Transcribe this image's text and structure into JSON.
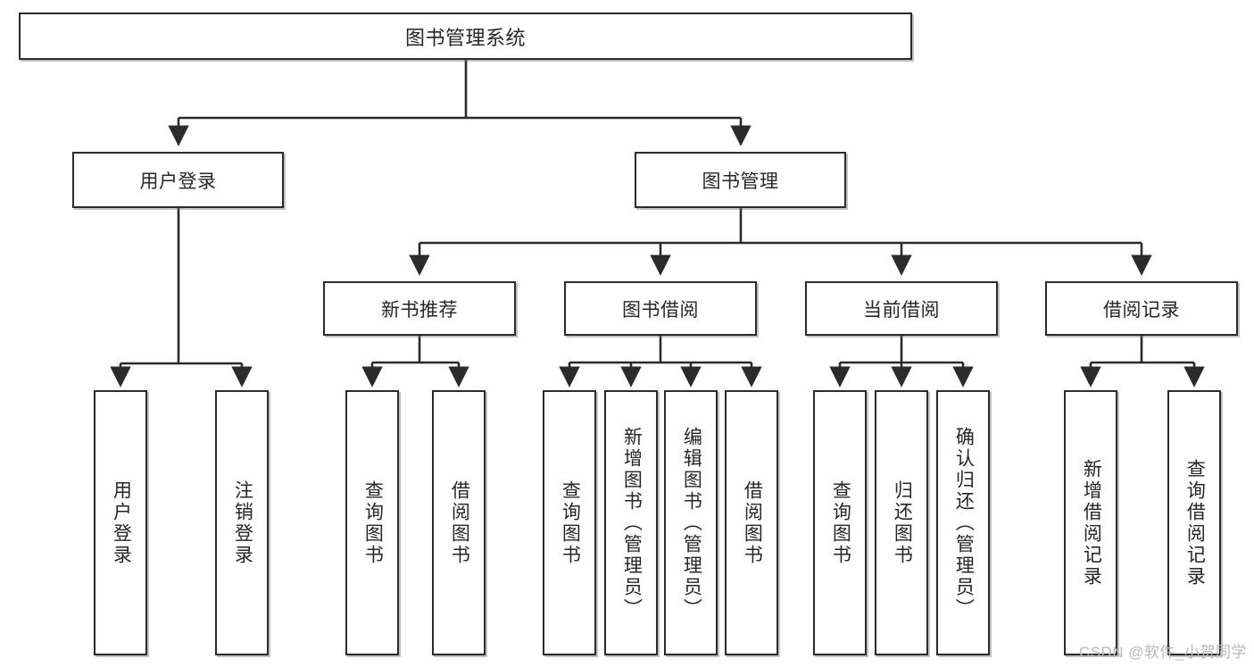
{
  "diagram": {
    "title": "图书管理系统",
    "type": "tree-hierarchy",
    "root": {
      "id": "root",
      "label": "图书管理系统"
    },
    "level2": [
      {
        "id": "user-login",
        "label": "用户登录"
      },
      {
        "id": "book-manage",
        "label": "图书管理"
      }
    ],
    "level3": [
      {
        "id": "new-book-rec",
        "label": "新书推荐",
        "parent": "book-manage"
      },
      {
        "id": "book-borrow",
        "label": "图书借阅",
        "parent": "book-manage"
      },
      {
        "id": "current-borrow",
        "label": "当前借阅",
        "parent": "book-manage"
      },
      {
        "id": "borrow-record",
        "label": "借阅记录",
        "parent": "book-manage"
      }
    ],
    "leaves": [
      {
        "id": "leaf-user-login",
        "label": "用户登录",
        "parent": "user-login"
      },
      {
        "id": "leaf-logout-login",
        "label": "注销登录",
        "parent": "user-login"
      },
      {
        "id": "leaf-query-book-1",
        "label": "查询图书",
        "parent": "new-book-rec"
      },
      {
        "id": "leaf-borrow-book-1",
        "label": "借阅图书",
        "parent": "new-book-rec"
      },
      {
        "id": "leaf-query-book-2",
        "label": "查询图书",
        "parent": "book-borrow"
      },
      {
        "id": "leaf-add-book",
        "label": "新增图书（管理员）",
        "parent": "book-borrow"
      },
      {
        "id": "leaf-edit-book",
        "label": "编辑图书（管理员）",
        "parent": "book-borrow"
      },
      {
        "id": "leaf-borrow-book-2",
        "label": "借阅图书",
        "parent": "book-borrow"
      },
      {
        "id": "leaf-query-book-3",
        "label": "查询图书",
        "parent": "current-borrow"
      },
      {
        "id": "leaf-return-book",
        "label": "归还图书",
        "parent": "current-borrow"
      },
      {
        "id": "leaf-confirm-return",
        "label": "确认归还（管理员）",
        "parent": "current-borrow"
      },
      {
        "id": "leaf-add-record",
        "label": "新增借阅记录",
        "parent": "borrow-record"
      },
      {
        "id": "leaf-query-record",
        "label": "查询借阅记录",
        "parent": "borrow-record"
      }
    ]
  },
  "watermark": {
    "text": "CSDN @软件_小贺同学"
  },
  "colors": {
    "box_border": "#2b2b2b",
    "box_fill": "#ffffff",
    "text": "#262626",
    "connector": "#2b2b2b",
    "watermark": "#b9b9b9",
    "background": "#ffffff"
  }
}
